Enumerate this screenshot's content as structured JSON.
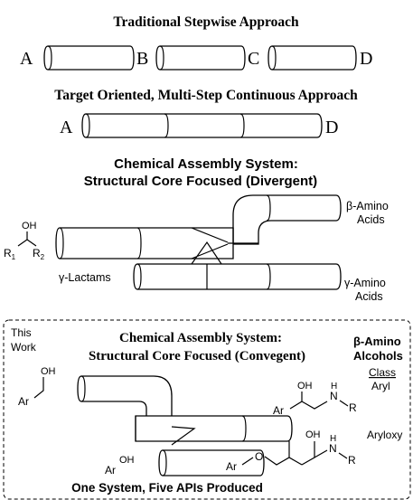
{
  "stepwise": {
    "title": "Traditional Stepwise Approach",
    "labels": [
      "A",
      "B",
      "C",
      "D"
    ]
  },
  "continuous": {
    "title": "Target Oriented, Multi-Step Continuous Approach",
    "start": "A",
    "end": "D"
  },
  "divergent": {
    "title_line1": "Chemical Assembly System:",
    "title_line2": "Structural Core Focused (Divergent)",
    "input": {
      "oh": "OH",
      "r1": "R",
      "r1_sub": "1",
      "r2": "R",
      "r2_sub": "2"
    },
    "side_input": "γ-Lactams",
    "outputs": [
      {
        "line1": "β-Amino",
        "line2": "Acids"
      },
      {
        "line1": "γ-Amino",
        "line2": "Acids"
      }
    ]
  },
  "convergent": {
    "this_work_line1": "This",
    "this_work_line2": "Work",
    "title_line1": "Chemical Assembly System:",
    "title_line2": "Structural Core Focused (Convegent)",
    "product_line1": "β-Amino",
    "product_line2": "Alcohols",
    "class_header": "Class",
    "classes": [
      "Aryl",
      "Aryloxy"
    ],
    "input1": {
      "oh": "OH",
      "ar": "Ar"
    },
    "input2": {
      "ar": "Ar",
      "oh": "OH"
    },
    "product1": {
      "oh": "OH",
      "ar": "Ar",
      "nh": "N",
      "h": "H",
      "r": "R"
    },
    "product2": {
      "ar": "Ar",
      "o": "O",
      "oh": "OH",
      "nh": "N",
      "h": "H",
      "r": "R"
    },
    "footer": "One System, Five APIs Produced"
  }
}
